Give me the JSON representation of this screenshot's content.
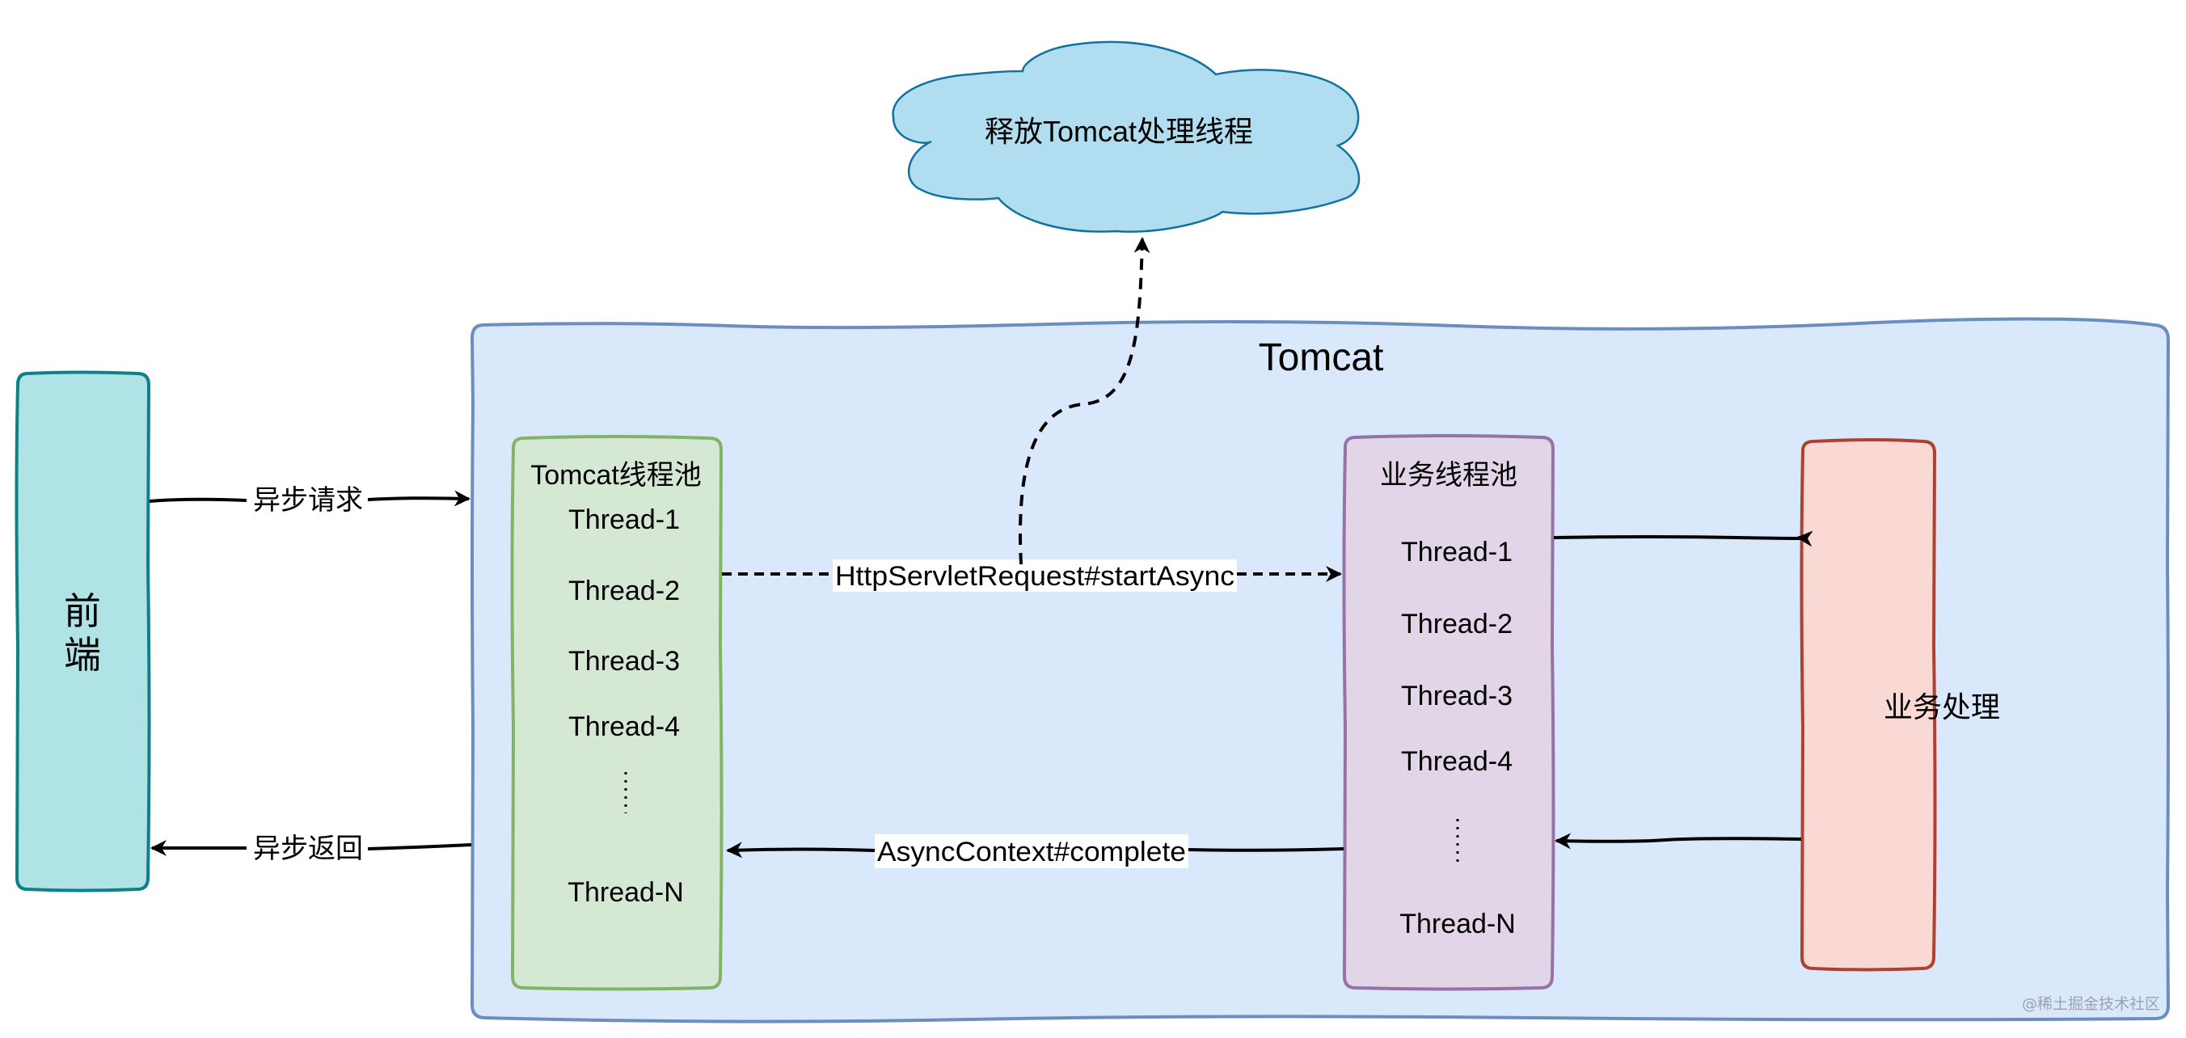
{
  "colors": {
    "frontend_fill": "#b0e3e6",
    "frontend_stroke": "#0e8088",
    "tomcat_fill": "#dae8fc",
    "tomcat_stroke": "#6c8ebf",
    "tomcat_pool_fill": "#d5e8d4",
    "tomcat_pool_stroke": "#82b366",
    "biz_pool_fill": "#e1d5e7",
    "biz_pool_stroke": "#9673a6",
    "biz_fill": "#fad9d5",
    "biz_stroke": "#ae4132",
    "cloud_fill": "#b1ddf0",
    "cloud_stroke": "#10739e",
    "edge": "#000000"
  },
  "cloud": {
    "label": "释放Tomcat处理线程"
  },
  "frontend": {
    "label_line1": "前",
    "label_line2": "端"
  },
  "tomcat": {
    "title": "Tomcat"
  },
  "tomcat_pool": {
    "title": "Tomcat线程池",
    "threads": [
      "Thread-1",
      "Thread-2",
      "Thread-3",
      "Thread-4",
      "⋮",
      "Thread-N"
    ]
  },
  "biz_pool": {
    "title": "业务线程池",
    "threads": [
      "Thread-1",
      "Thread-2",
      "Thread-3",
      "Thread-4",
      "⋮",
      "Thread-N"
    ]
  },
  "biz": {
    "label": "业务处理"
  },
  "edges": {
    "async_request": "异步请求",
    "async_return": "异步返回",
    "start_async": "HttpServletRequest#startAsync",
    "complete": "AsyncContext#complete"
  },
  "watermark": "@稀土掘金技术社区"
}
